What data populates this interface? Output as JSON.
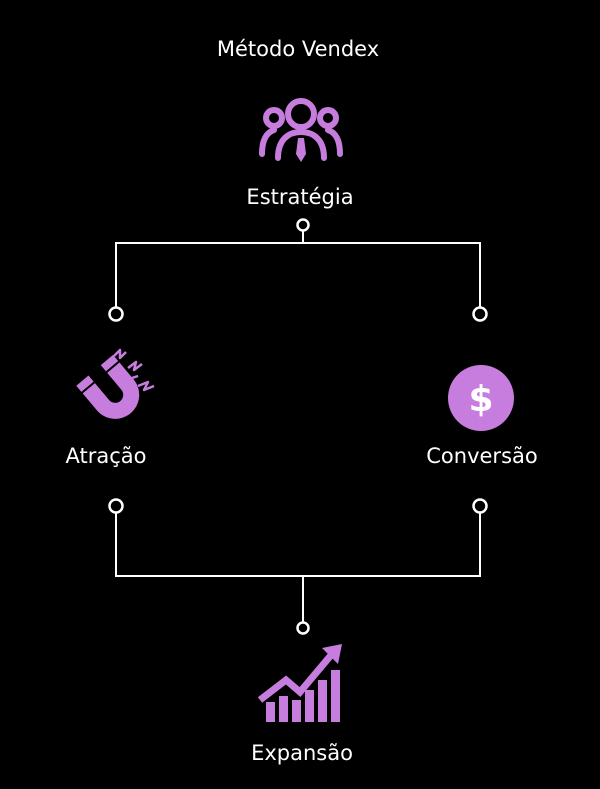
{
  "title": "Método Vendex",
  "nodes": {
    "strategy": {
      "label": "Estratégia",
      "icon": "people-group-icon"
    },
    "attraction": {
      "label": "Atração",
      "icon": "magnet-icon"
    },
    "conversion": {
      "label": "Conversão",
      "icon": "dollar-coin-icon"
    },
    "expansion": {
      "label": "Expansão",
      "icon": "growth-chart-icon"
    }
  },
  "colors": {
    "background": "#000000",
    "accent": "#c77ddd",
    "line": "#ffffff",
    "text": "#ffffff"
  }
}
